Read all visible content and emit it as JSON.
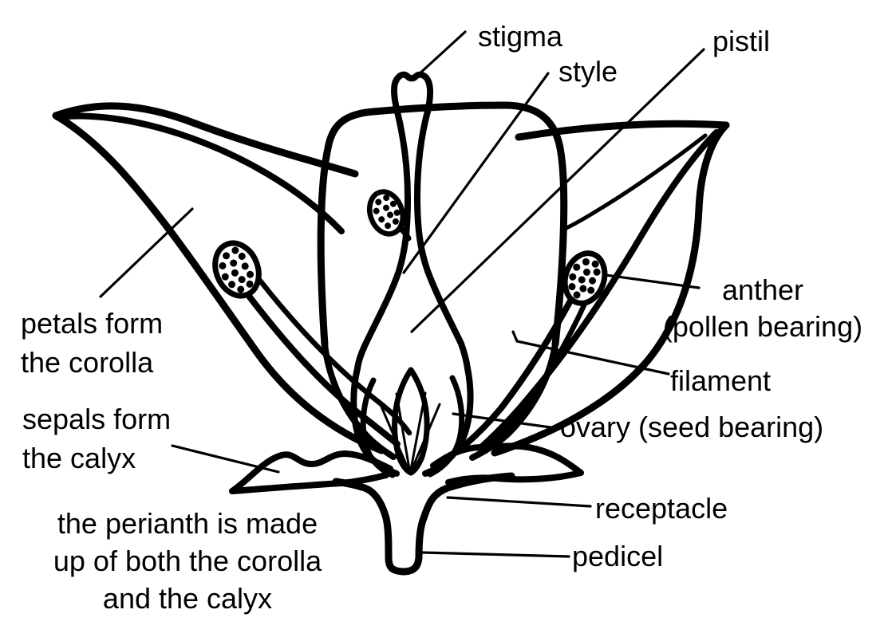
{
  "diagram": {
    "paper": "#ffffff",
    "ink": "#000000",
    "subject": "flower-anatomy-line-drawing"
  },
  "labels": {
    "stigma": {
      "text": "stigma"
    },
    "style": {
      "text": "style"
    },
    "pistil": {
      "text": "pistil"
    },
    "anther": {
      "text": "anther\n(pollen bearing)"
    },
    "filament": {
      "text": "filament"
    },
    "ovary": {
      "text": "ovary (seed bearing)"
    },
    "receptacle": {
      "text": "receptacle"
    },
    "pedicel": {
      "text": "pedicel"
    },
    "petals": {
      "text": "petals form\nthe corolla"
    },
    "sepals": {
      "text": "sepals form\nthe calyx"
    },
    "perianth": {
      "text": "the perianth is made\nup of both the corolla\nand the calyx"
    }
  }
}
